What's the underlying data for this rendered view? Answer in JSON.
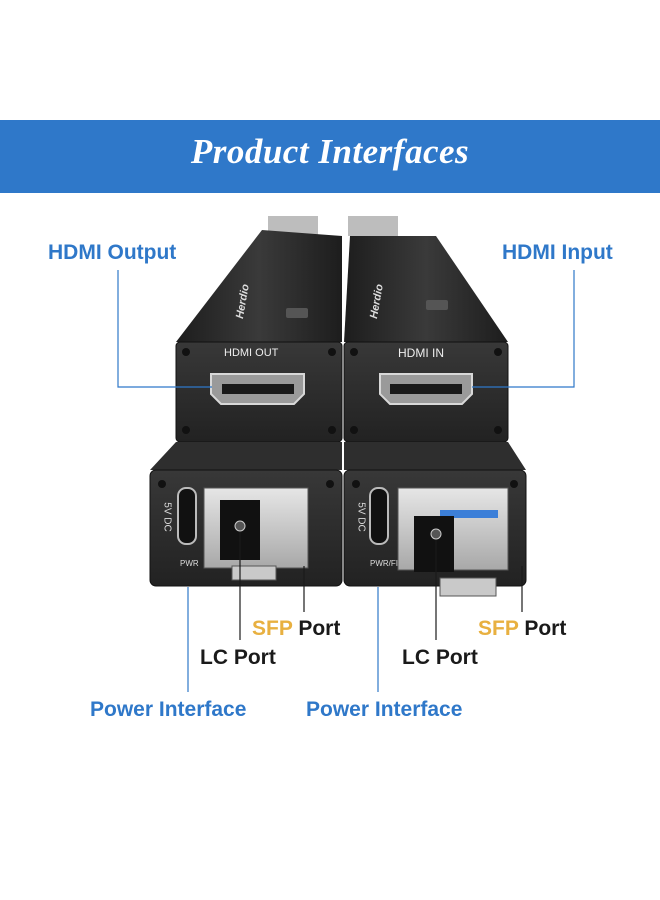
{
  "banner": {
    "title": "Product Interfaces",
    "color": "#2f78c9"
  },
  "labels": {
    "hdmi_output": "HDMI Output",
    "hdmi_input": "HDMI Input",
    "sfp_left_word": "SFP",
    "port_left_word": "Port",
    "lc_left": "LC Port",
    "sfp_right_word": "SFP",
    "port_right_word": "Port",
    "lc_right": "LC Port",
    "power_left": "Power Interface",
    "power_right": "Power Interface"
  },
  "device_text": {
    "hdmi_out": "HDMI OUT",
    "hdmi_in": "HDMI IN",
    "five_v_dc_left": "5V DC",
    "five_v_dc_right": "5V DC",
    "pwr_left": "PWR",
    "pwr_right": "PWR/FI",
    "brand_left": "Herdio",
    "brand_right": "Herdio"
  },
  "colors": {
    "label_blue": "#2f78c9",
    "sfp_gold": "#e8b040",
    "device_body": "#2b2b2b"
  }
}
